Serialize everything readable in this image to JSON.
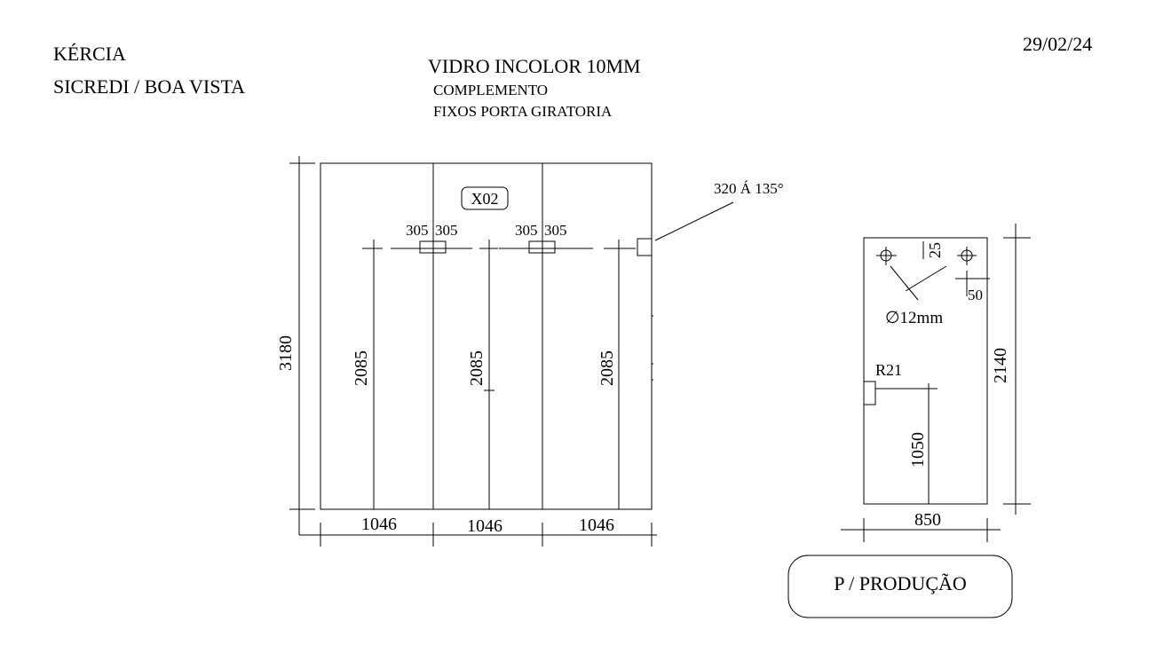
{
  "header": {
    "client": "KÉRCIA",
    "location": "SICREDI / BOA VISTA",
    "date": "29/02/24",
    "title": "VIDRO INCOLOR 10MM",
    "subtitle1": "COMPLEMENTO",
    "subtitle2": "FIXOS PORTA GIRATORIA"
  },
  "main_drawing": {
    "height_label": "3180",
    "panel_tag": "X02",
    "angle_note": "320 Á 135°",
    "hole_offsets": [
      "305",
      "305",
      "305",
      "305"
    ],
    "vertical_dims": [
      "2085",
      "2085",
      "2085"
    ],
    "panel_widths": [
      "1046",
      "1046",
      "1046"
    ]
  },
  "detail_drawing": {
    "dim_25": "25",
    "dim_50": "50",
    "hole_diameter": "∅12mm",
    "radius_label": "R21",
    "dim_1050": "1050",
    "height_label": "2140",
    "width_label": "850"
  },
  "footer": {
    "stamp": "P / PRODUÇÃO"
  }
}
